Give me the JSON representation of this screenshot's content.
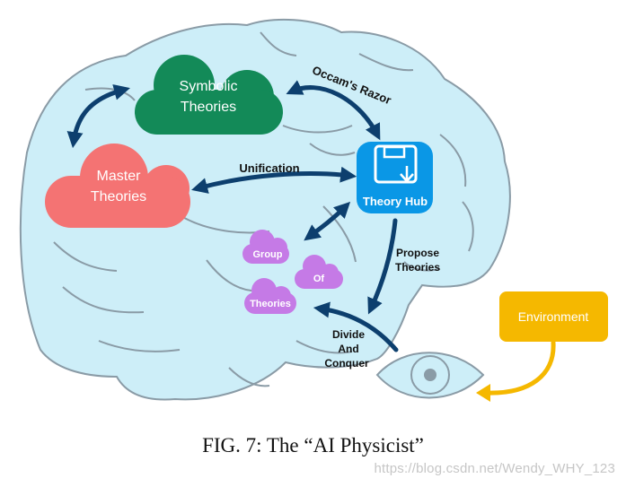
{
  "figure": {
    "nodes": {
      "symbolic": {
        "line1": "Symbolic",
        "line2": "Theories",
        "color": "#138a58"
      },
      "master": {
        "line1": "Master",
        "line2": "Theories",
        "color": "#f47373"
      },
      "hub": {
        "label": "Theory Hub",
        "color": "#0a97e6"
      },
      "environment": {
        "label": "Environment",
        "color": "#f5b800"
      },
      "group": {
        "word1": "Group",
        "word2": "Of",
        "word3": "Theories",
        "color": "#c57ae6"
      }
    },
    "edges": {
      "occam": "Occam's Razor",
      "unification": "Unification",
      "propose_line1": "Propose",
      "propose_line2": "Theories",
      "divide_line1": "Divide",
      "divide_line2": "And",
      "divide_line3": "Conquer"
    },
    "colors": {
      "brain": "#cdeef8",
      "brain_outline": "#8a9ba6",
      "arrow": "#0d3f6e",
      "eye": "#cdeef8"
    }
  },
  "caption": "FIG. 7: The “AI Physicist”",
  "watermark": "https://blog.csdn.net/Wendy_WHY_123"
}
